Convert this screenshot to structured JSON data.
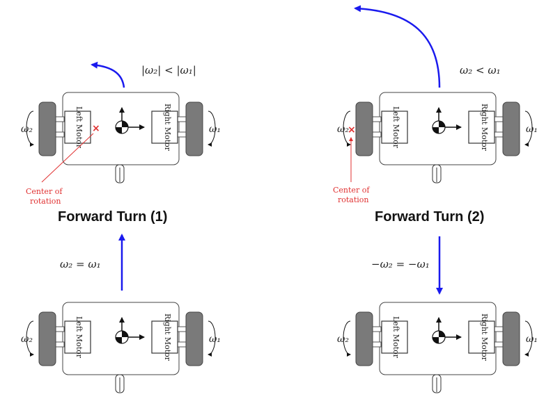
{
  "titles": {
    "turn1": "Forward Turn (1)",
    "turn2": "Forward Turn (2)"
  },
  "equations": {
    "turn1": "|ω₂| < |ω₁|",
    "turn2": "ω₂ < ω₁",
    "straight_forward": "ω₂ = ω₁",
    "straight_backward": "−ω₂ = −ω₁"
  },
  "labels": {
    "omega_left": "ω₂",
    "omega_right": "ω₁",
    "left_motor": "Left Motor",
    "right_motor": "Right Motor",
    "center_of_rotation_line1": "Center of",
    "center_of_rotation_line2": "rotation"
  },
  "colors": {
    "arrow": "#1a1aee",
    "wheel": "#7a7a7a",
    "marker": "#e03030"
  }
}
